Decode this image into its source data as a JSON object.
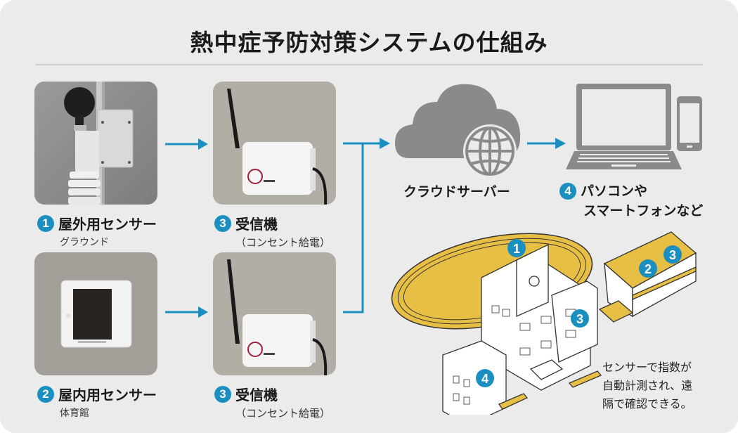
{
  "title": "熱中症予防対策システムの仕組み",
  "colors": {
    "background": "#ebebeb",
    "accent_blue": "#1b8fc0",
    "track_yellow": "#e8bf45",
    "icon_gray": "#8a8a8a"
  },
  "sensors": [
    {
      "badge": "1",
      "label": "屋外用センサー",
      "sub": "グラウンド"
    },
    {
      "badge": "2",
      "label": "屋内用センサー",
      "sub": "体育館"
    }
  ],
  "receivers": [
    {
      "badge": "3",
      "label": "受信機",
      "sub": "（コンセント給電）"
    },
    {
      "badge": "3",
      "label": "受信機",
      "sub": "（コンセント給電）"
    }
  ],
  "cloud": {
    "label": "クラウドサーバー"
  },
  "devices": {
    "badge": "4",
    "line1": "パソコンや",
    "line2": "スマートフォンなど"
  },
  "illustration": {
    "markers": [
      "1",
      "2",
      "3",
      "3",
      "4"
    ]
  },
  "note": {
    "line1": "センサーで指数が",
    "line2": "自動計測され、遠",
    "line3": "隔で確認できる。"
  }
}
